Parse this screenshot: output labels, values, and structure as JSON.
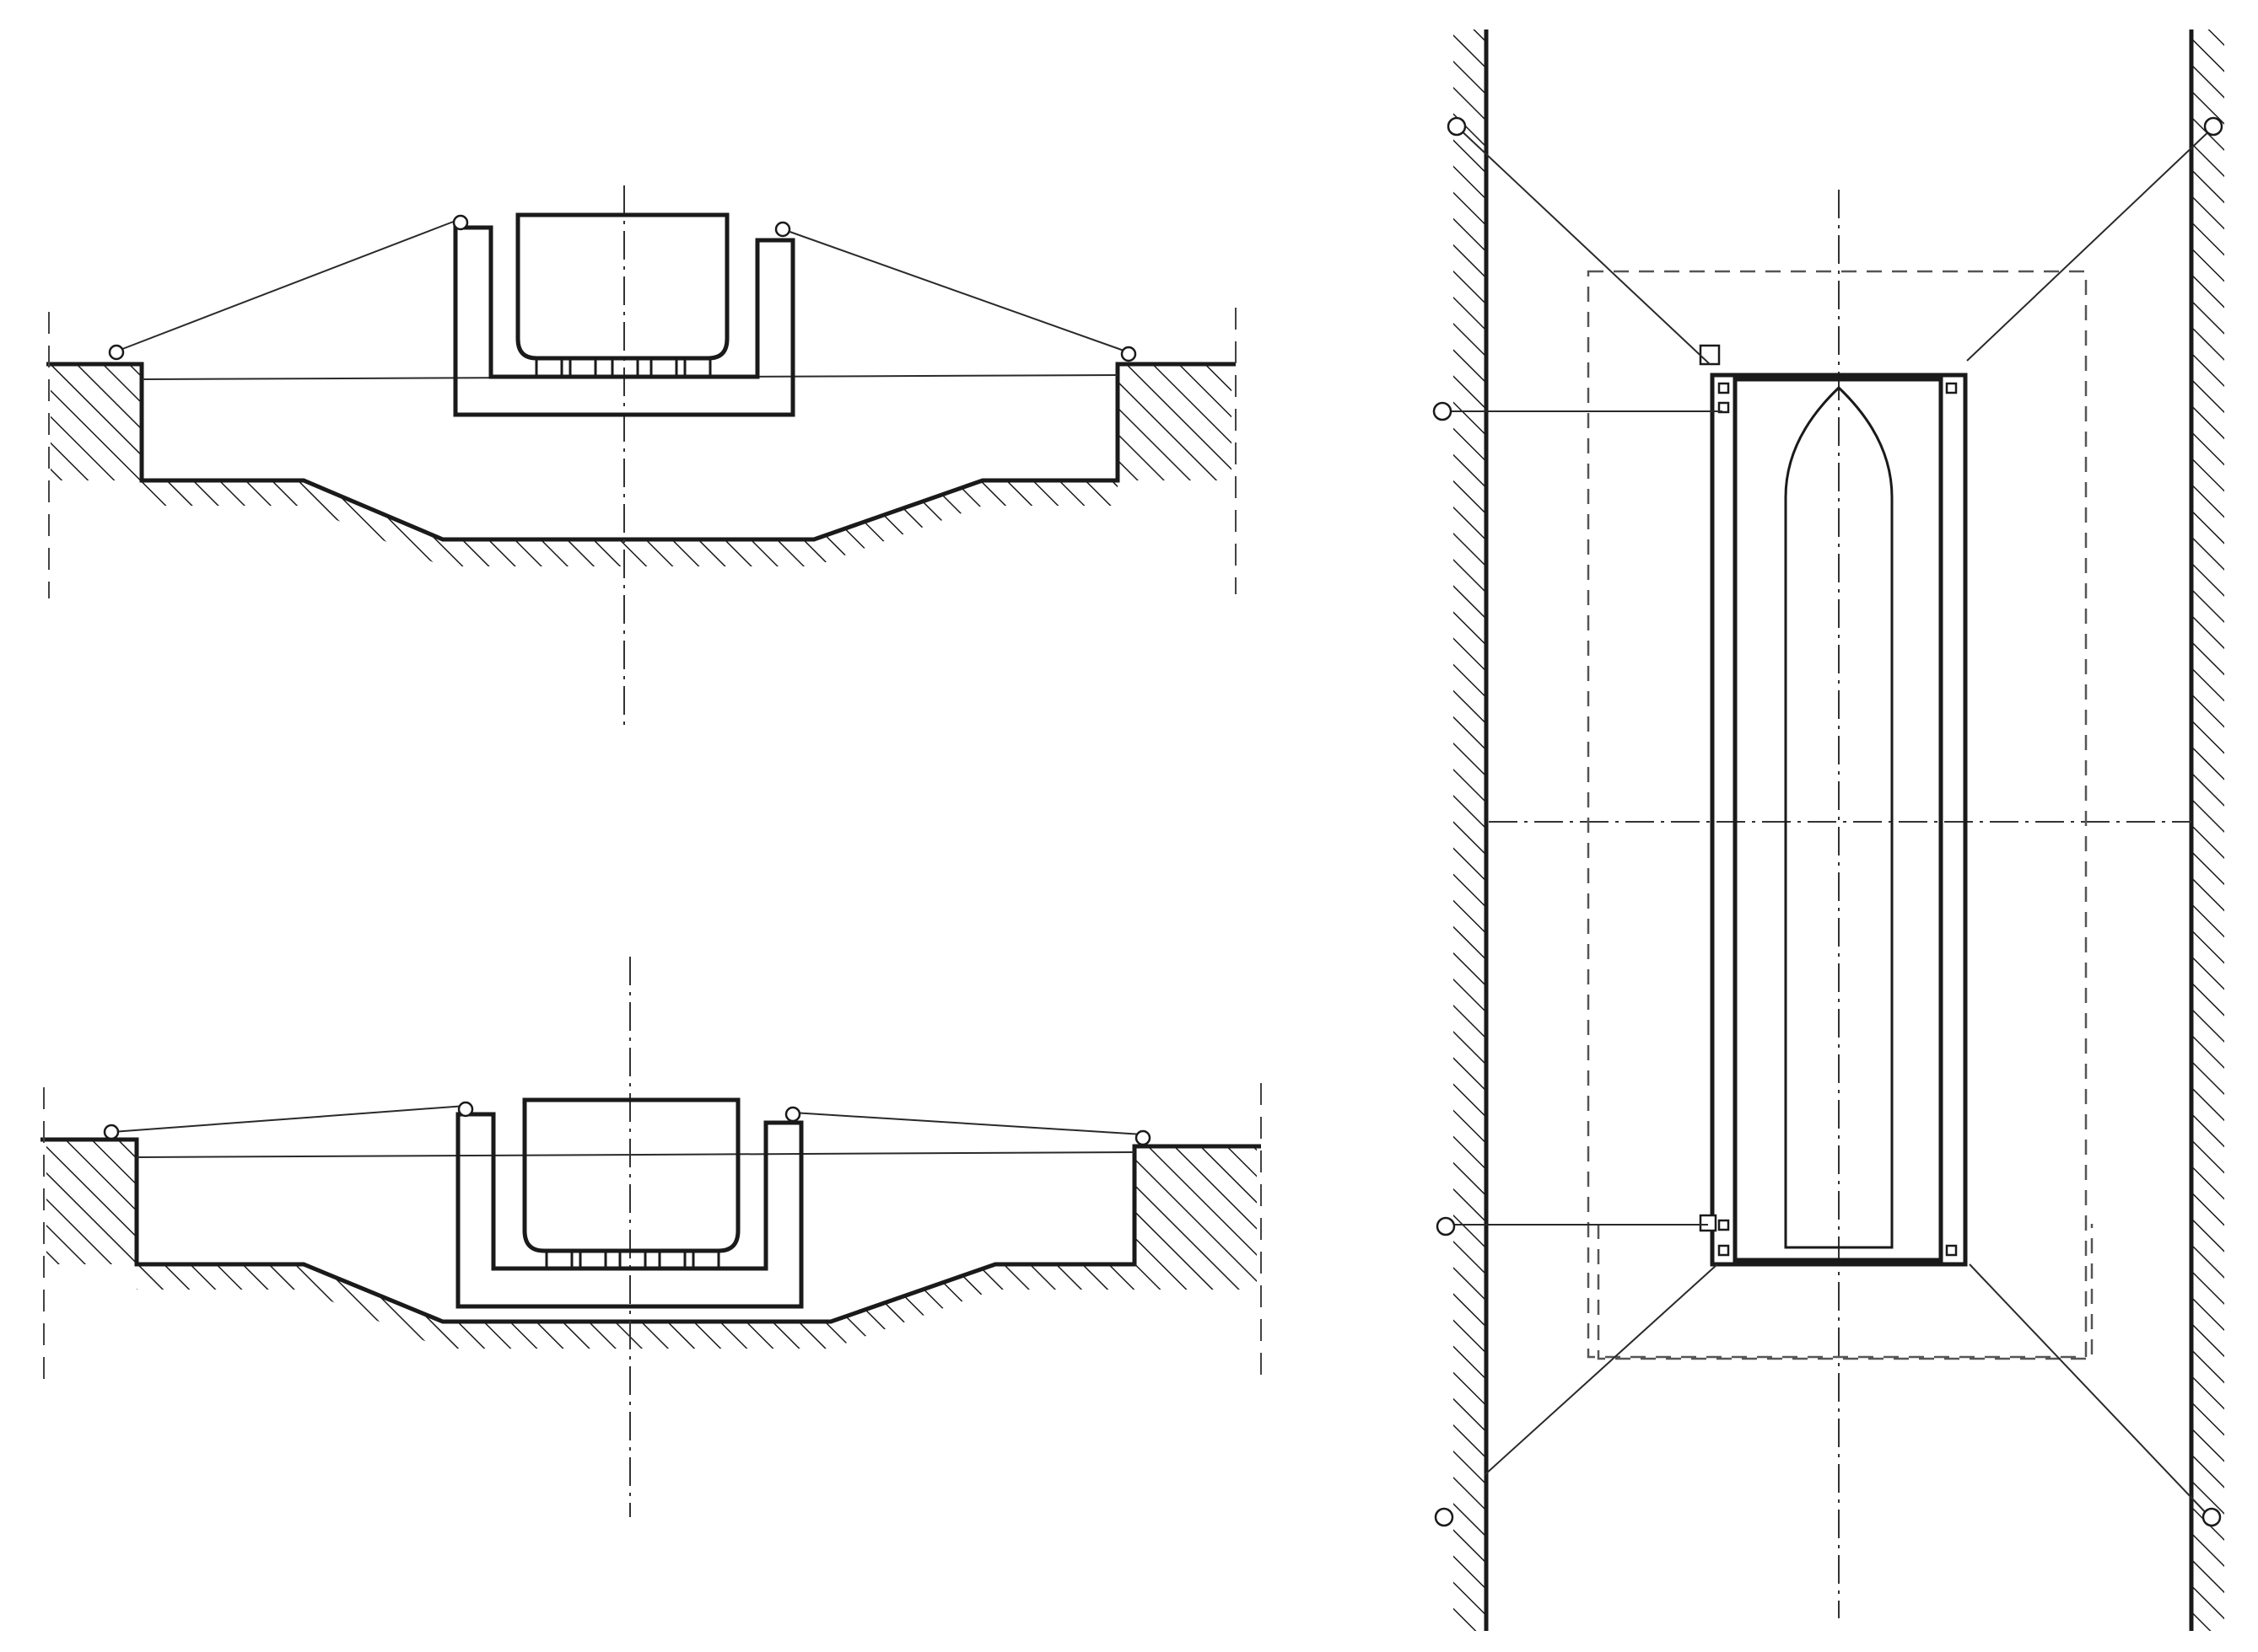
{
  "figure": {
    "panels": [
      {
        "id": "section-view-upper",
        "kind": "cross-section"
      },
      {
        "id": "section-view-lower",
        "kind": "cross-section"
      },
      {
        "id": "plan-view",
        "kind": "plan"
      }
    ],
    "colors": {
      "line": "#1a1a1a",
      "background": "#ffffff",
      "hidden": "#555555"
    }
  }
}
